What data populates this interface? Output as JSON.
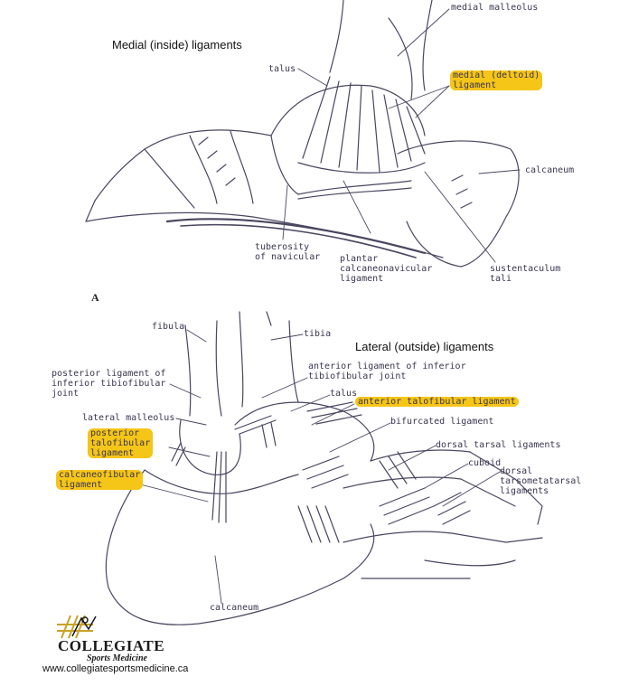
{
  "top_diagram": {
    "title": "Medial (inside) ligaments",
    "labels": {
      "medial_malleolus": "medial malleolus",
      "talus": "talus",
      "medial_deltoid_ligament": "medial (deltoid)\nligament",
      "calcaneum": "calcaneum",
      "tuberosity_of_navicular": "tuberosity\nof navicular",
      "plantar_calcaneonavicular_ligament": "plantar\ncalcaneonavicular\nligament",
      "sustentaculum_tali": "sustentaculum\ntali"
    },
    "panel_letter": "A"
  },
  "bottom_diagram": {
    "title": "Lateral (outside) ligaments",
    "labels": {
      "fibula": "fibula",
      "tibia": "tibia",
      "posterior_tibiofibular": "posterior ligament of\ninferior tibiofibular\njoint",
      "anterior_tibiofibular": "anterior ligament of inferior\ntibiofibular joint",
      "talus": "talus",
      "anterior_talofibular": "anterior talofibular ligament",
      "lateral_malleolus": "lateral malleolus",
      "bifurcated_ligament": "bifurcated ligament",
      "posterior_talofibular": "posterior\ntalofibular\nligament",
      "dorsal_tarsal": "dorsal tarsal ligaments",
      "cuboid": "cuboid",
      "calcaneofibular": "calcaneofibular\nligament",
      "dorsal_tarsometatarsal": "dorsal\ntarsometatarsal\nligaments",
      "calcaneum": "calcaneum"
    }
  },
  "branding": {
    "logo_name": "COLLEGIATE",
    "logo_sub": "Sports Medicine",
    "url": "www.collegiatesportsmedicine.ca"
  },
  "colors": {
    "highlight": "#f5c518",
    "line": "#4a4660",
    "label": "#3a3550"
  }
}
